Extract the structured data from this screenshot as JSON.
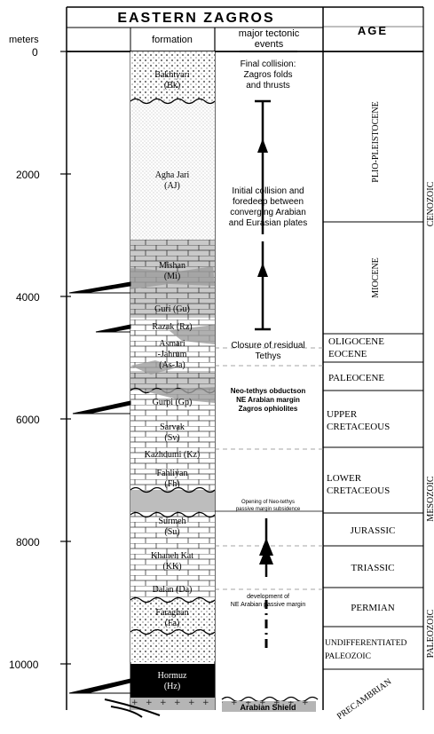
{
  "header": {
    "title": "EASTERN ZAGROS",
    "col_meters": "meters",
    "col_formation": "formation",
    "col_events_line1": "major tectonic",
    "col_events_line2": "events",
    "col_age": "AGE"
  },
  "depth_ticks": [
    "0",
    "2000",
    "4000",
    "6000",
    "8000",
    "10000"
  ],
  "formations": [
    {
      "line1": "Bakhtyari",
      "line2": "(Bk)"
    },
    {
      "line1": "Agha Jari",
      "line2": "(AJ)"
    },
    {
      "line1": "Mishan",
      "line2": "(Mi)"
    },
    {
      "line1": "Guri (Gu)",
      "line2": ""
    },
    {
      "line1": "Razak (Rz)",
      "line2": ""
    },
    {
      "line1": "Asmari",
      "line2": "-Jahrum",
      "line3": "(As-Ja)"
    },
    {
      "line1": "Gurpi (Gp)",
      "line2": ""
    },
    {
      "line1": "Sarvak",
      "line2": "(Sv)"
    },
    {
      "line1": "Kazhdumi (Kz)",
      "line2": ""
    },
    {
      "line1": "Fahliyan",
      "line2": "(Fh)"
    },
    {
      "line1": "Surmeh",
      "line2": "(Su)"
    },
    {
      "line1": "Khaneh Kat",
      "line2": "(KK)"
    },
    {
      "line1": "Dalan (Da)",
      "line2": ""
    },
    {
      "line1": "Faraghan",
      "line2": "(Fa)"
    },
    {
      "line1": "Hormuz",
      "line2": "(Hz)"
    }
  ],
  "events": {
    "final_collision": [
      "Final collision:",
      "Zagros folds",
      "and thrusts"
    ],
    "initial_collision": [
      "Initial collision and",
      "foredeep between",
      "converging Arabian",
      "and Eurasian plates"
    ],
    "closure": [
      "Closure of  residual",
      "Tethys"
    ],
    "obduction": [
      "Neo-tethys obductson",
      "NE Arabian margin",
      "Zagros ophiolites"
    ],
    "opening": [
      "Opening of Neo-tethys",
      "passive margin subsidence"
    ],
    "development": [
      "development of",
      "NE Arabian passive margin"
    ],
    "shield": "Arabian Shield"
  },
  "ages": [
    {
      "line1": "PLIO-PLEISTOCENE",
      "line2": ""
    },
    {
      "line1": "MIOCENE",
      "line2": ""
    },
    {
      "line1": "OLIGOCENE",
      "line2": ""
    },
    {
      "line1": "EOCENE",
      "line2": ""
    },
    {
      "line1": "PALEOCENE",
      "line2": ""
    },
    {
      "line1": "UPPER",
      "line2": "CRETACEOUS"
    },
    {
      "line1": "LOWER",
      "line2": "CRETACEOUS"
    },
    {
      "line1": "JURASSIC",
      "line2": ""
    },
    {
      "line1": "TRIASSIC",
      "line2": ""
    },
    {
      "line1": "PERMIAN",
      "line2": ""
    },
    {
      "line1": "UNDIFFERENTIATED",
      "line2": "PALEOZOIC"
    },
    {
      "line1": "PRECAMBRIAN",
      "line2": ""
    }
  ],
  "eras": {
    "cenozoic": "CENOZOIC",
    "mesozoic": "MESOZOIC",
    "paleozoic": "PALEOZOIC"
  }
}
